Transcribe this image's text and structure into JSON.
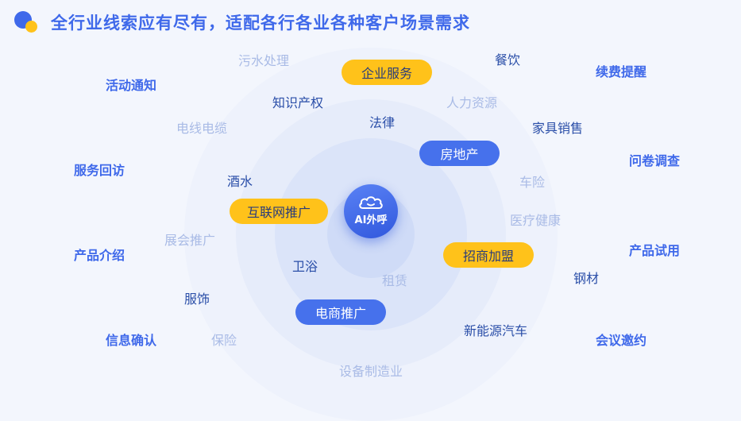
{
  "title": "全行业线索应有尽有，适配各行各业各种客户场景需求",
  "center": {
    "label": "AI外呼",
    "icon": "cloud-face-icon"
  },
  "colors": {
    "accent": "#3f69ea",
    "highlight": "#ffc21a"
  },
  "scenarios": {
    "activity_notice": "活动通知",
    "service_revisit": "服务回访",
    "product_intro": "产品介绍",
    "info_confirm": "信息确认",
    "renewal_reminder": "续费提醒",
    "survey": "问卷调查",
    "product_trial": "产品试用",
    "meeting_invite": "会议邀约"
  },
  "highlighted_industries": {
    "enterprise_service": "企业服务",
    "real_estate": "房地产",
    "internet_promotion": "互联网推广",
    "investment_franchise": "招商加盟",
    "ecommerce_promotion": "电商推广"
  },
  "industries": {
    "sewage": "污水处理",
    "catering": "餐饮",
    "ip": "知识产权",
    "hr": "人力资源",
    "cable": "电线电缆",
    "law": "法律",
    "furniture": "家具销售",
    "liquor": "酒水",
    "auto_insurance": "车险",
    "medical": "医疗健康",
    "exhibition": "展会推广",
    "bathroom": "卫浴",
    "rental": "租赁",
    "steel": "钢材",
    "apparel": "服饰",
    "insurance": "保险",
    "new_energy_auto": "新能源汽车",
    "manufacturing": "设备制造业"
  }
}
